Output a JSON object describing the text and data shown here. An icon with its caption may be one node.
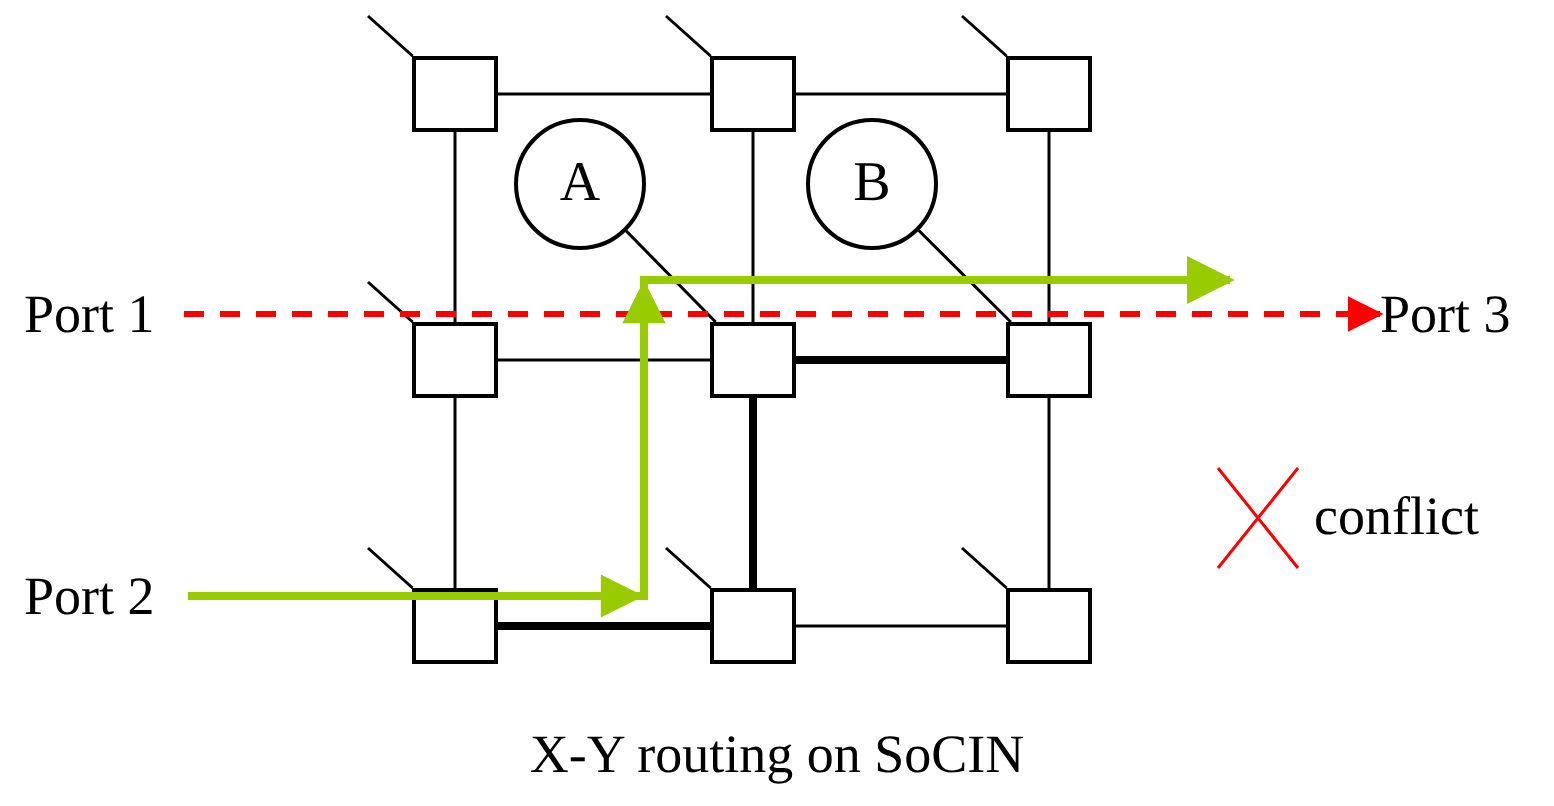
{
  "diagram": {
    "caption": "X-Y routing on SoCIN",
    "nodes": [
      {
        "text": [],
        "shape": "box"
      },
      {
        "text": [],
        "shape": "box"
      },
      {
        "text": [],
        "shape": "box"
      },
      {
        "text": [
          "A"
        ]
      },
      {
        "text": [
          "B"
        ]
      },
      {
        "text": [
          "Port 1"
        ]
      },
      {
        "text": [],
        "shape": "box"
      },
      {
        "text": [],
        "shape": "box"
      },
      {
        "text": [],
        "shape": "box"
      },
      {
        "text": [
          "Port 3"
        ]
      },
      {
        "text": [
          "Port 2"
        ]
      },
      {
        "text": [],
        "shape": "box"
      },
      {
        "text": [],
        "shape": "box"
      },
      {
        "text": [],
        "shape": "box"
      }
    ],
    "edges": [
      {
        "from": 0,
        "to": 1,
        "arrow": "none"
      },
      {
        "from": 1,
        "to": 2,
        "arrow": "none"
      },
      {
        "from": 0,
        "to": 6,
        "arrow": "none"
      },
      {
        "from": 1,
        "to": 7,
        "arrow": "none"
      },
      {
        "from": 2,
        "to": 8,
        "arrow": "none"
      },
      {
        "from": 6,
        "to": 7,
        "arrow": "none"
      },
      {
        "from": 7,
        "to": 8,
        "arrow": "none",
        "style": "thick"
      },
      {
        "from": 6,
        "to": 11,
        "arrow": "none"
      },
      {
        "from": 7,
        "to": 12,
        "arrow": "none",
        "style": "thick"
      },
      {
        "from": 8,
        "to": 13,
        "arrow": "none"
      },
      {
        "from": 11,
        "to": 12,
        "arrow": "none",
        "style": "thick"
      },
      {
        "from": 12,
        "to": 13,
        "arrow": "none"
      },
      {
        "from": null,
        "to": 0,
        "arrow": "none"
      },
      {
        "from": null,
        "to": 1,
        "arrow": "none"
      },
      {
        "from": null,
        "to": 2,
        "arrow": "none"
      },
      {
        "from": null,
        "to": 6,
        "arrow": "none"
      },
      {
        "from": null,
        "to": 11,
        "arrow": "none"
      },
      {
        "from": null,
        "to": 12,
        "arrow": "none"
      },
      {
        "from": null,
        "to": 13,
        "arrow": "none"
      },
      {
        "from": 3,
        "to": 7,
        "arrow": "none"
      },
      {
        "from": 4,
        "to": 8,
        "arrow": "none"
      },
      {
        "from": 5,
        "to": 9,
        "arrow": "to",
        "style": "dashed",
        "color": "#ff0000"
      },
      {
        "from": 10,
        "to": null,
        "arrow": "to",
        "style": "thick",
        "color": "#99cc00"
      }
    ],
    "labels": [
      "conflict"
    ]
  }
}
